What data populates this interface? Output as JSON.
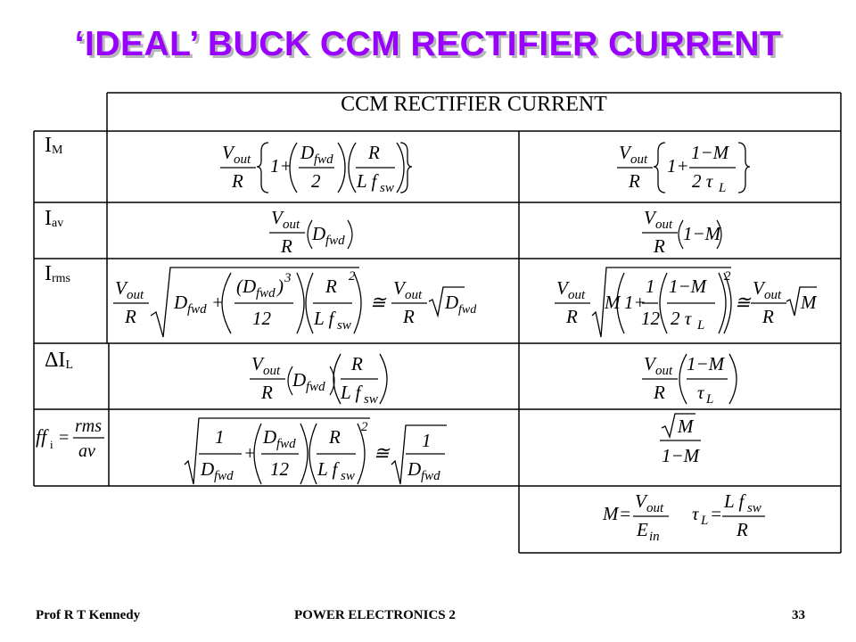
{
  "slide": {
    "title": "‘IDEAL’ BUCK CCM RECTIFIER CURRENT",
    "table_header": "CCM RECTIFIER CURRENT",
    "rows": [
      {
        "label_main": "I",
        "label_sub": "M"
      },
      {
        "label_main": "I",
        "label_sub": "av"
      },
      {
        "label_main": "I",
        "label_sub": "rms"
      },
      {
        "label_main": "ΔI",
        "label_sub": "L"
      },
      {
        "label_main": "ff",
        "label_sub": "i"
      }
    ],
    "ff_fraction": {
      "num": "rms",
      "den": "av"
    },
    "footer": {
      "author": "Prof R T Kennedy",
      "course": "POWER ELECTRONICS 2",
      "page": "33"
    }
  },
  "colors": {
    "title": "#9900ff",
    "title_shadow": "#b7b7b7",
    "lines": "#000000"
  }
}
